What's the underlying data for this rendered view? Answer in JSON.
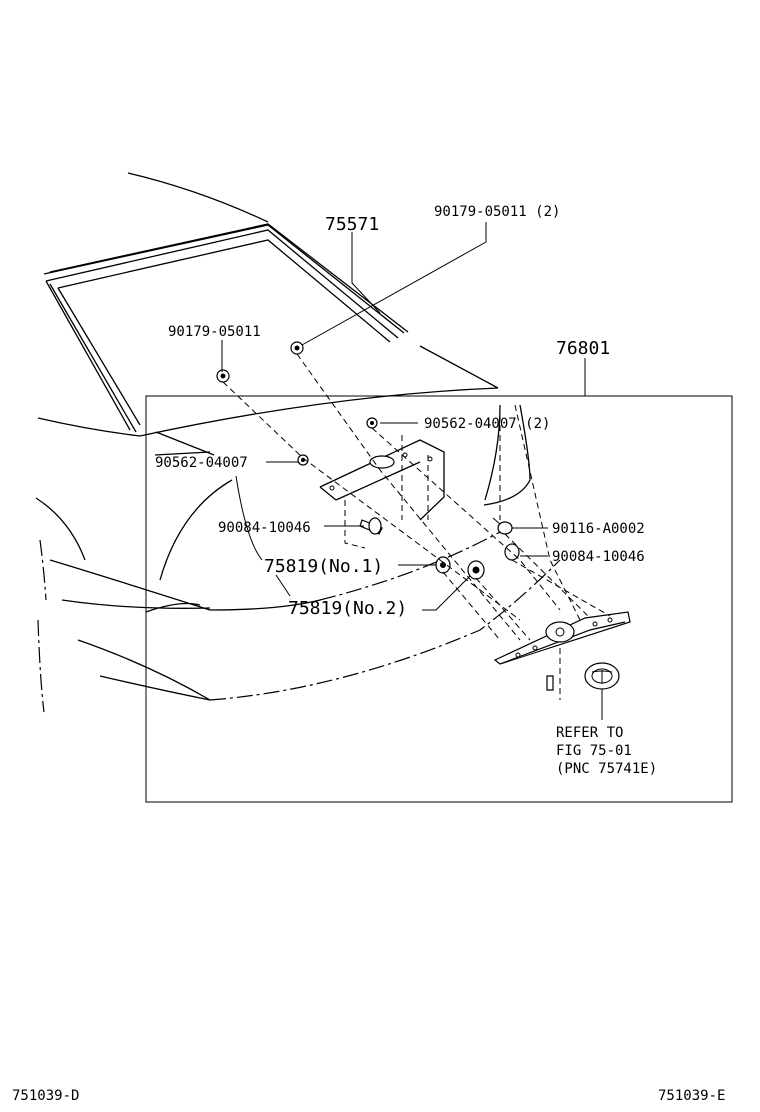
{
  "labels": {
    "p75571": "75571",
    "p90179_05011_2": "90179-05011 (2)",
    "p90179_05011": "90179-05011",
    "p76801": "76801",
    "p90562_04007_2": "90562-04007 (2)",
    "p90562_04007": "90562-04007",
    "p90084_10046_left": "90084-10046",
    "p90116_A0002": "90116-A0002",
    "p90084_10046_right": "90084-10046",
    "p75819_no1": "75819(No.1)",
    "p75819_no2": "75819(No.2)",
    "refer_line1": "REFER TO",
    "refer_line2": "FIG 75-01",
    "refer_line3": "(PNC 75741E)"
  },
  "footer": {
    "left_code": "751039-D",
    "right_code": "751039-E"
  }
}
